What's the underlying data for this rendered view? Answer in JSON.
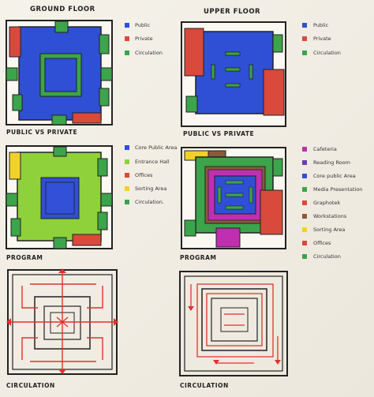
{
  "colors": {
    "public": "#2f4fd4",
    "private": "#d9493c",
    "circulation": "#3ca44a",
    "core_public": "#2f4fd4",
    "entrance_hall": "#8fd13a",
    "offices": "#d9493c",
    "sorting": "#f0d226",
    "cafeteria": "#c02fb0",
    "reading": "#6a3fb0",
    "media": "#3ca44a",
    "graphotek": "#d9493c",
    "workstations": "#8a5a3a",
    "line": "#222222",
    "arrow": "#e0322c"
  },
  "titles": {
    "ground": "GROUND FLOOR",
    "upper": "UPPER FLOOR"
  },
  "captions": {
    "r1l": "PUBLIC VS PRIVATE",
    "r1r": "PUBLIC VS PRIVATE",
    "r2l": "PROGRAM",
    "r2r": "PROGRAM",
    "r3l": "CIRCULATION",
    "r3r": "CIRCULATION"
  },
  "legend_pp_left": [
    "Public",
    "Private",
    "Circulation"
  ],
  "legend_pp_right": [
    "Public",
    "Private",
    "Circulation"
  ],
  "legend_prog_left": [
    "Core Public Area",
    "Entrance Hall",
    "Offices",
    "Sorting Area",
    "Circulation."
  ],
  "legend_prog_right": [
    "Cafeteria",
    "Reading Room",
    "Core public Area",
    "Media Presentation",
    "Graphotek",
    "Workstations",
    "Sorting Area",
    "Offices",
    "Circulation"
  ]
}
